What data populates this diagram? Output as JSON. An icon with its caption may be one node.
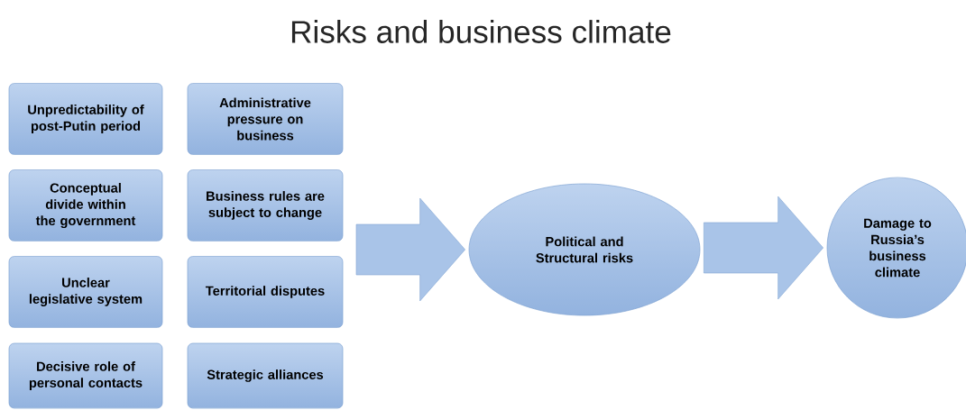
{
  "diagram": {
    "title": "Risks and business climate",
    "nodes": [
      {
        "text": [
          "Unpredictability of post-Putin period"
        ]
      },
      {
        "text": [
          "Administrative pressure on business"
        ]
      },
      {
        "text": [
          "Conceptual divide within the government"
        ]
      },
      {
        "text": [
          "Business rules are subject to change"
        ]
      },
      {
        "text": [
          "Unclear legislative system"
        ]
      },
      {
        "text": [
          "Territorial disputes"
        ]
      },
      {
        "text": [
          "Decisive role of personal contacts"
        ]
      },
      {
        "text": [
          "Strategic alliances"
        ]
      },
      {
        "text": [
          "Political and Structural risks"
        ]
      },
      {
        "text": [
          "Damage to Russia’s business climate"
        ]
      }
    ],
    "edges": [
      {
        "from": null,
        "to": 8,
        "arrow": "to"
      },
      {
        "from": 8,
        "to": 9,
        "arrow": "to"
      }
    ]
  }
}
